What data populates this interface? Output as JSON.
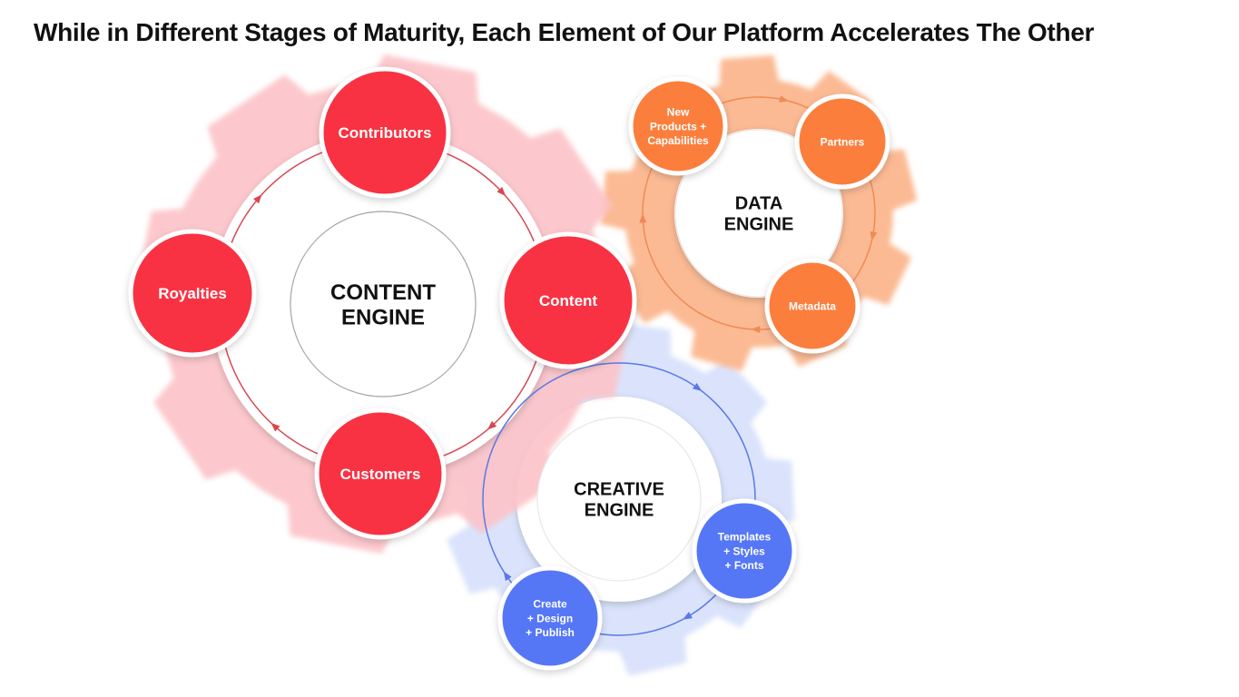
{
  "title": "While in Different Stages of Maturity, Each Element of Our Platform Accelerates The Other",
  "colors": {
    "content": "#f83242",
    "content_gear": "#fcc3c8",
    "content_ring": "#d9464f",
    "data": "#fb7e3e",
    "data_gear": "#fbb78f",
    "data_ring": "#f08a54",
    "creative": "#5477f6",
    "creative_gear": "#d6e0fb",
    "creative_ring": "#5a78e6"
  },
  "engines": [
    {
      "id": "content",
      "hub_lines": [
        "CONTENT",
        "ENGINE"
      ],
      "nodes": [
        {
          "lines": [
            "Contributors"
          ]
        },
        {
          "lines": [
            "Content"
          ]
        },
        {
          "lines": [
            "Customers"
          ]
        },
        {
          "lines": [
            "Royalties"
          ]
        }
      ]
    },
    {
      "id": "data",
      "hub_lines": [
        "DATA",
        "ENGINE"
      ],
      "nodes": [
        {
          "lines": [
            "New",
            "Products +",
            "Capabilities"
          ]
        },
        {
          "lines": [
            "Partners"
          ]
        },
        {
          "lines": [
            "Metadata"
          ]
        }
      ]
    },
    {
      "id": "creative",
      "hub_lines": [
        "CREATIVE",
        "ENGINE"
      ],
      "nodes": [
        {
          "lines": [
            "Templates",
            "+ Styles",
            "+ Fonts"
          ]
        },
        {
          "lines": [
            "Create",
            "+ Design",
            "+ Publish"
          ]
        }
      ]
    }
  ]
}
